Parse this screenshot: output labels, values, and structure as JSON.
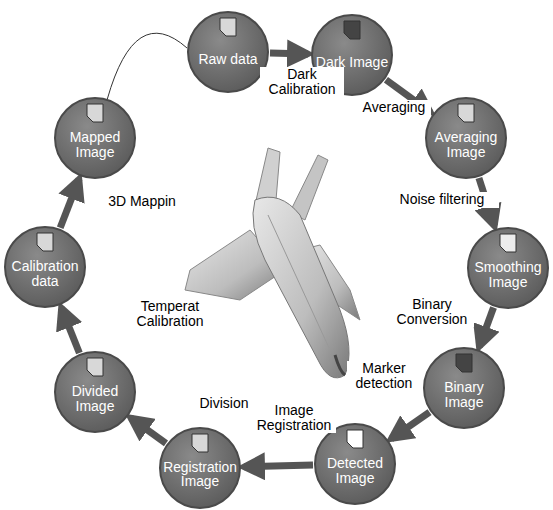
{
  "diagram": {
    "nodes": [
      {
        "text": [
          "Raw data"
        ]
      },
      {
        "text": [
          "Dark Image"
        ]
      },
      {
        "text": [
          "Averaging Image"
        ]
      },
      {
        "text": [
          "Smoothing Image"
        ]
      },
      {
        "text": [
          "Binary Image"
        ]
      },
      {
        "text": [
          "Detected Image"
        ]
      },
      {
        "text": [
          "Registration Image"
        ]
      },
      {
        "text": [
          "Divided Image"
        ]
      },
      {
        "text": [
          "Calibration data"
        ]
      },
      {
        "text": [
          "Mapped Image"
        ]
      }
    ],
    "edges": [
      {
        "from": 0,
        "to": 1,
        "label": "Dark Calibration",
        "arrow": "to"
      },
      {
        "from": 1,
        "to": 2,
        "label": "Averaging",
        "arrow": "to"
      },
      {
        "from": 2,
        "to": 3,
        "label": "Noise filtering",
        "arrow": "to"
      },
      {
        "from": 3,
        "to": 4,
        "label": "Binary Conversion",
        "arrow": "to"
      },
      {
        "from": 4,
        "to": 5,
        "label": "Marker detection",
        "arrow": "to"
      },
      {
        "from": 5,
        "to": 6,
        "label": "Image Registration",
        "arrow": "to"
      },
      {
        "from": 6,
        "to": 7,
        "label": "Division",
        "arrow": "to"
      },
      {
        "from": 7,
        "to": 8,
        "label": "Temperat Calibration",
        "arrow": "to"
      },
      {
        "from": 8,
        "to": 9,
        "label": "3D Mappin",
        "arrow": "to"
      },
      {
        "from": 9,
        "to": 0,
        "arrow": "none"
      }
    ]
  }
}
